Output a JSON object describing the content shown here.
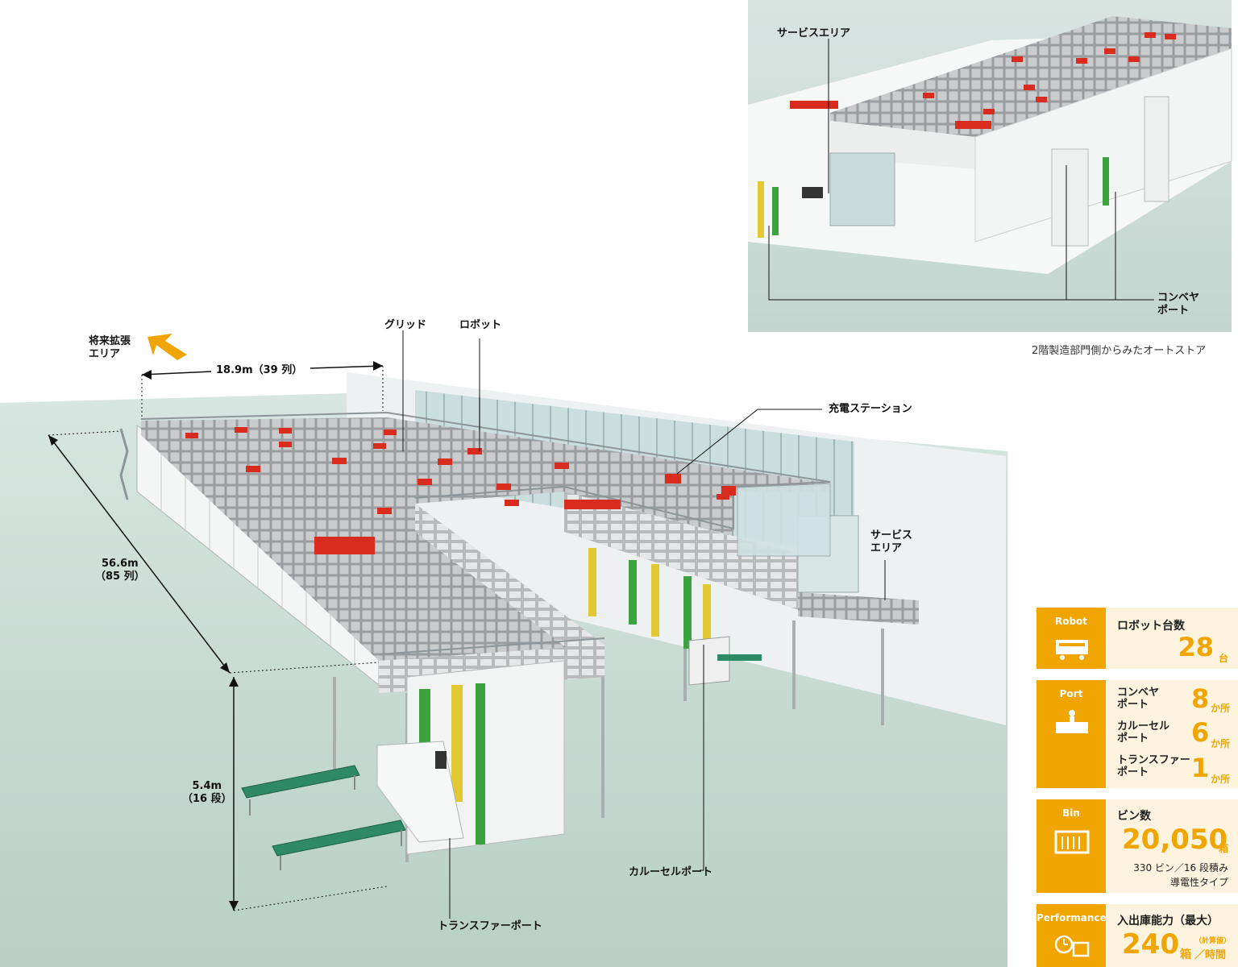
{
  "labels": {
    "expansion": [
      "将来拡張",
      "エリア"
    ],
    "grid": "グリッド",
    "robot": "ロボット",
    "width_dim": "18.9m（39 列）",
    "length_dim": [
      "56.6m",
      "（85 列）"
    ],
    "height_dim": [
      "5.4m",
      "（16 段）"
    ],
    "charging": "充電ステーション",
    "service_area": [
      "サービス",
      "エリア"
    ],
    "carousel_port": "カルーセルポート",
    "transfer_port": "トランスファーポート"
  },
  "inset": {
    "service_area": "サービスエリア",
    "conveyor_port": [
      "コンベヤ",
      "ポート"
    ],
    "caption": "2階製造部門側からみたオートストア"
  },
  "specs": {
    "robot": {
      "tag": "Robot",
      "title": "ロボット台数",
      "value": "28",
      "unit": "台"
    },
    "port": {
      "tag": "Port",
      "items": [
        {
          "label": [
            "コンベヤ",
            "ポート"
          ],
          "value": "8",
          "unit": "か所"
        },
        {
          "label": [
            "カルーセル",
            "ポート"
          ],
          "value": "6",
          "unit": "か所"
        },
        {
          "label": [
            "トランスファー",
            "ポート"
          ],
          "value": "1",
          "unit": "か所"
        }
      ]
    },
    "bin": {
      "tag": "Bin",
      "title": "ビン数",
      "value": "20,050",
      "unit": "箱",
      "notes": [
        "330 ビン／16 段積み",
        "導電性タイプ"
      ]
    },
    "performance": {
      "tag": "Performance",
      "title": "入出庫能力（最大）",
      "value": "240",
      "unit": "箱",
      "note_small": "（計算値）",
      "unit2": "／時間"
    }
  },
  "colors": {
    "accent": "#f0a500",
    "robot_red": "#d92b1e",
    "floor": "#c9ddd5",
    "conveyor_green": "#2e8a66"
  }
}
